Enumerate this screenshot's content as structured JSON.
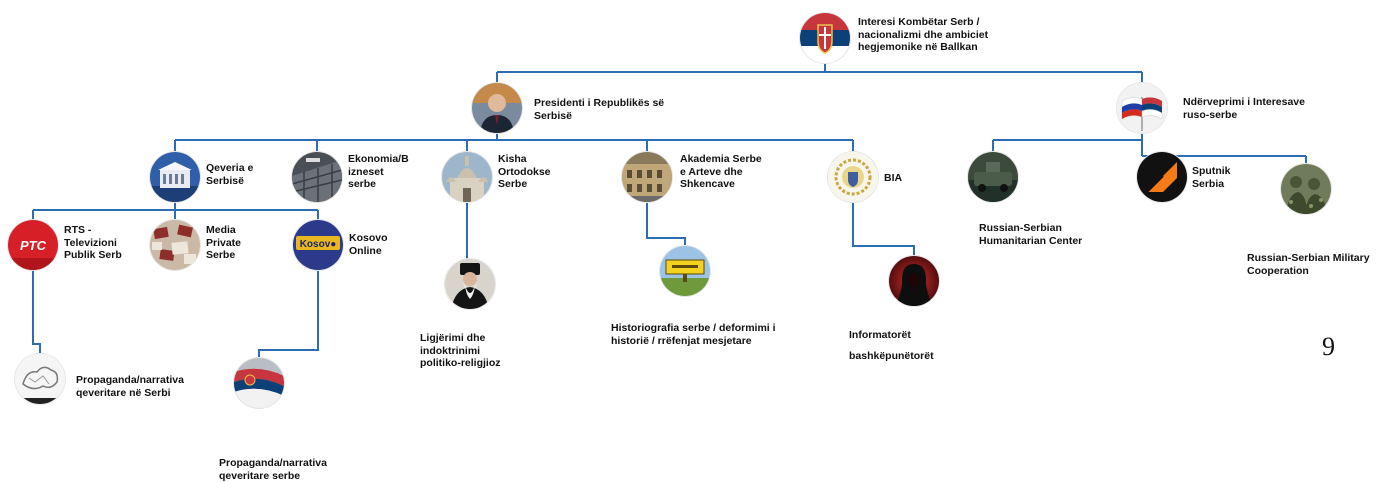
{
  "colors": {
    "connector": "#2E6DB4"
  },
  "nodes": {
    "root": {
      "label": "Interesi Kombëtar Serb /\nnacionalizmi dhe ambiciet\nhegjemonike në Ballkan",
      "icon": "serbia-coat-of-arms-icon"
    },
    "president": {
      "label": "Presidenti i Republikës së\nSerbisë",
      "icon": "president-portrait-icon"
    },
    "russia": {
      "label": "Ndërveprimi i Interesave\nruso-serbe",
      "icon": "russia-serbia-flags-icon"
    },
    "government": {
      "label": "Qeveria e\nSerbisë",
      "icon": "government-building-icon"
    },
    "economy": {
      "label": "Ekonomia/B\nizneset\nserbe",
      "icon": "business-building-icon"
    },
    "church": {
      "label": "Kisha\nOrtodokse\nSerbe",
      "icon": "orthodox-church-icon"
    },
    "academy": {
      "label": "Akademia Serbe\ne Arteve dhe\nShkencave",
      "icon": "academy-building-icon"
    },
    "bia": {
      "label": "BIA",
      "icon": "bia-emblem-icon"
    },
    "rts": {
      "label": "RTS -\nTelevizioni\nPublik Serb",
      "icon": "rts-logo-icon"
    },
    "media": {
      "label": "Media\nPrivate\nSerbe",
      "icon": "newspapers-icon"
    },
    "kosovo_online": {
      "label": "Kosovo\nOnline",
      "icon": "kosovo-online-logo-icon",
      "logo_text": "Kosov●"
    },
    "propaganda_gov": {
      "label": "Propaganda/narrativa\nqeveritare në Serbi",
      "icon": "propaganda-map-icon"
    },
    "propaganda_serb": {
      "label": "Propaganda/narrativa\nqeveritare serbe",
      "icon": "serbian-flag-propaganda-icon"
    },
    "religion": {
      "label": "Ligjërimi dhe\nindoktrinimi\npolitiko-religjioz",
      "icon": "orthodox-priest-icon"
    },
    "historiography": {
      "label": "Historiografia serbe / deformimi i\nhistorië / rrëfenjat mesjetare",
      "icon": "historiography-sign-icon"
    },
    "informants": {
      "label": "Informatorët\nbashkëpunëtorët",
      "icon": "hooded-figure-icon"
    },
    "humanitarian": {
      "label": "Russian-Serbian\nHumanitarian Center",
      "icon": "humanitarian-center-icon"
    },
    "sputnik": {
      "label": "Sputnik\nSerbia",
      "icon": "sputnik-logo-icon"
    },
    "military": {
      "label": "Russian-Serbian Military\nCooperation",
      "icon": "military-soldiers-icon"
    }
  },
  "page_number": "9"
}
